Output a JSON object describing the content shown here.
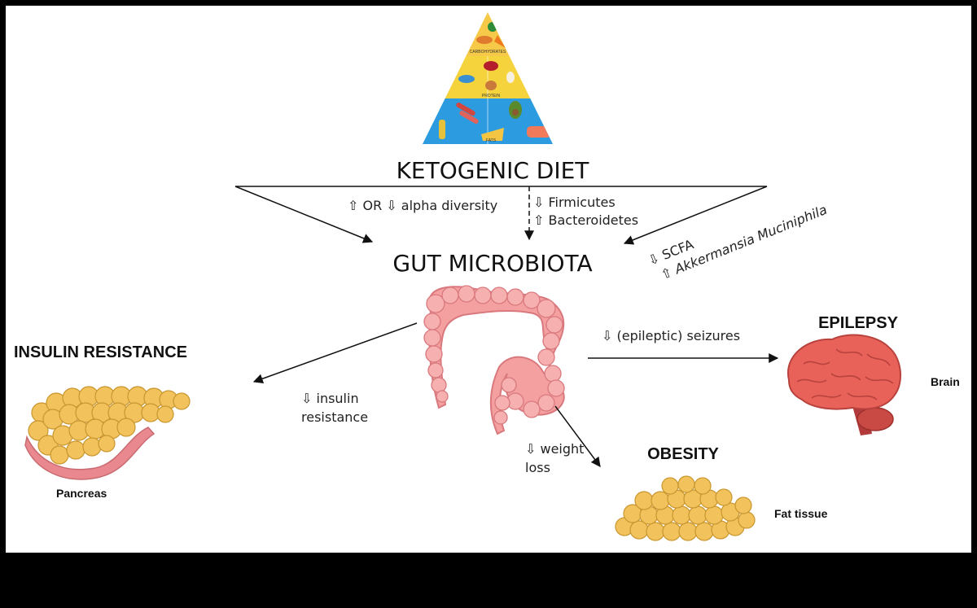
{
  "diagram": {
    "title": "KETOGENIC DIET",
    "hub": "GUT MICROBIOTA",
    "pyramid": {
      "tiers": [
        "CARBOHYDRATES",
        "PROTEIN",
        "FATS"
      ],
      "colors": [
        "#f7c948",
        "#f5d33c",
        "#2d9be0"
      ]
    },
    "diet_effects": {
      "alpha_diversity": "⇧ OR ⇩ alpha diversity",
      "firmicutes": "⇩ Firmicutes",
      "bacteroidetes": "⇧ Bacteroidetes",
      "scfa": "⇩ SCFA",
      "akkermansia_prefix": "⇧ ",
      "akkermansia_name": "Akkermansia Muciniphila"
    },
    "outcomes": {
      "insulin": {
        "heading": "INSULIN RESISTANCE",
        "effect_line1": "⇩ insulin",
        "effect_line2": "resistance",
        "organ": "Pancreas"
      },
      "epilepsy": {
        "heading": "EPILEPSY",
        "effect": "⇩ (epileptic) seizures",
        "organ": "Brain"
      },
      "obesity": {
        "heading": "OBESITY",
        "effect_line1": "⇩ weight",
        "effect_line2": "loss",
        "organ": "Fat tissue"
      }
    },
    "colors": {
      "colon": "#f4a0a0",
      "colon_stroke": "#d9787d",
      "fat": "#f2c35c",
      "fat_stroke": "#c9962f",
      "brain": "#e8625a",
      "pancreas_tube": "#e9898f"
    }
  }
}
